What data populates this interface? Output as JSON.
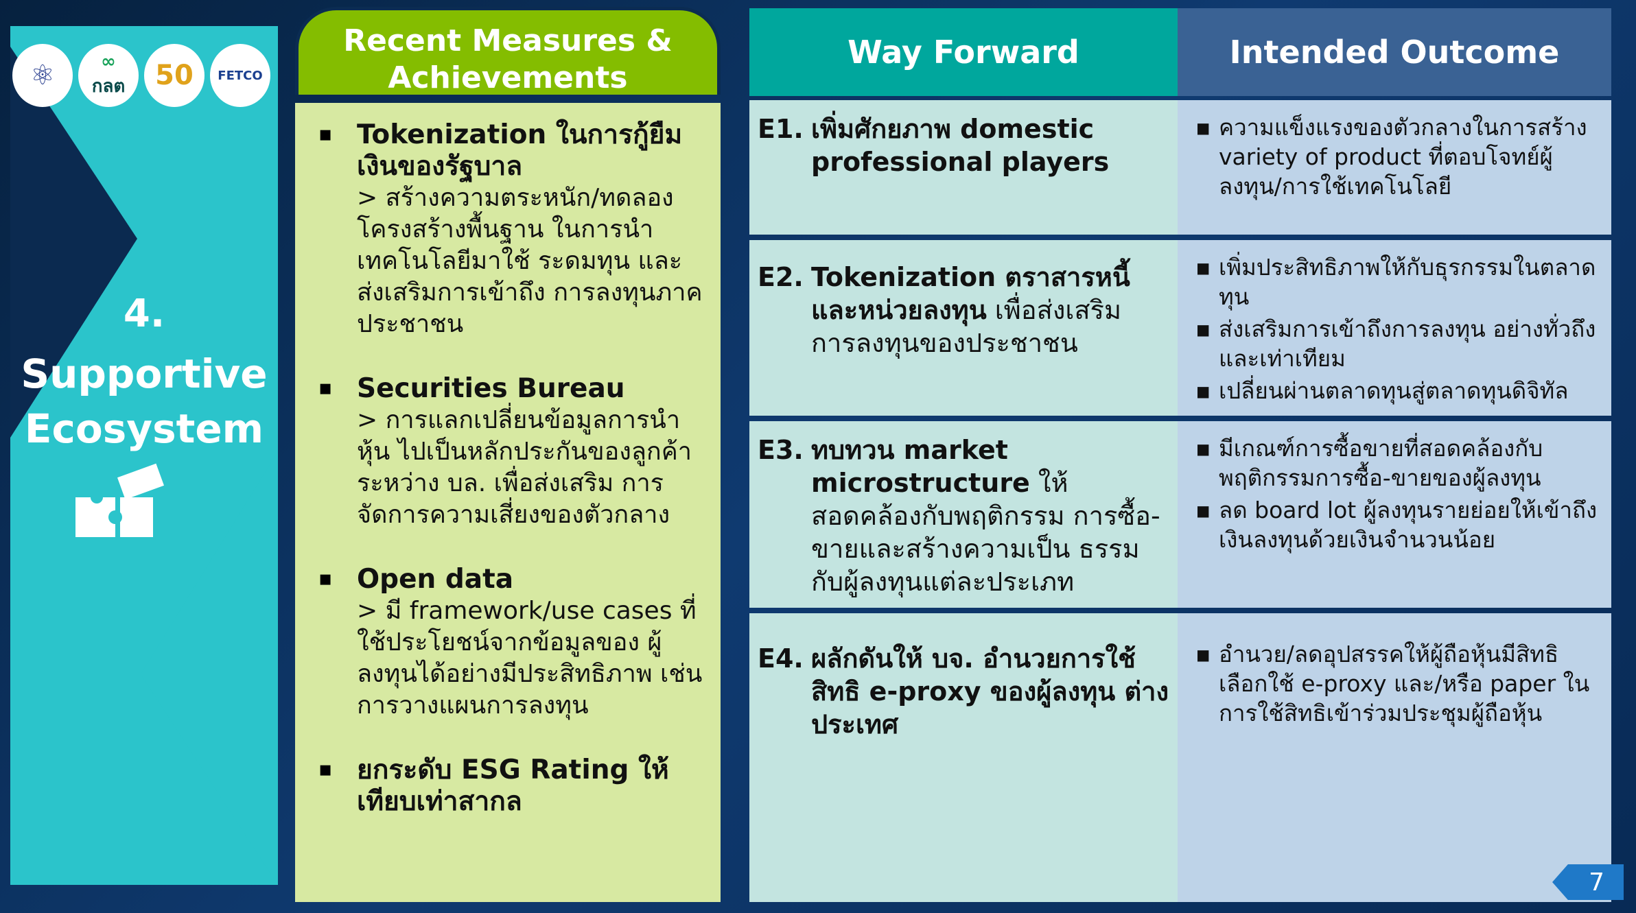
{
  "logos": [
    "ministry-of-finance",
    "กลต",
    "SET 50th",
    "FETCO"
  ],
  "section": {
    "number": "4.",
    "title_line1": "Supportive",
    "title_line2": "Ecosystem"
  },
  "recent": {
    "header": "Recent Measures & Achievements",
    "items": [
      {
        "title": "Tokenization ในการกู้ยืมเงินของรัฐบาล",
        "body": "> สร้างความตระหนัก/ทดลอง โครงสร้างพื้นฐาน ในการนำเทคโนโลยีมาใช้ ระดมทุน และส่งเสริมการเข้าถึง การลงทุนภาคประชาชน"
      },
      {
        "title": "Securities Bureau",
        "body": "> การแลกเปลี่ยนข้อมูลการนำหุ้น ไปเป็นหลักประกันของลูกค้า ระหว่าง บล. เพื่อส่งเสริม การจัดการความเสี่ยงของตัวกลาง"
      },
      {
        "title": "Open data",
        "body": "> มี framework/use cases ที่ใช้ประโยชน์จากข้อมูลของ ผู้ลงทุนได้อย่างมีประสิทธิภาพ เช่น การวางแผนการลงทุน"
      },
      {
        "title": "ยกระดับ ESG Rating ให้เทียบเท่าสากล",
        "body": ""
      }
    ]
  },
  "table": {
    "col1": "Way Forward",
    "col2": "Intended Outcome",
    "rows": [
      {
        "code": "E1.",
        "bold": "เพิ่มศักยภาพ domestic professional players",
        "normal": "",
        "outcomes": [
          "ความแข็งแรงของตัวกลางในการสร้าง variety of product ที่ตอบโจทย์ผู้ลงทุน/การใช้เทคโนโลยี"
        ]
      },
      {
        "code": "E2.",
        "bold": "Tokenization ตราสารหนี้ และหน่วยลงทุน",
        "normal": " เพื่อส่งเสริม การลงทุนของประชาชน",
        "outcomes": [
          "เพิ่มประสิทธิภาพให้กับธุรกรรมในตลาดทุน",
          "ส่งเสริมการเข้าถึงการลงทุน อย่างทั่วถึงและเท่าเทียม",
          "เปลี่ยนผ่านตลาดทุนสู่ตลาดทุนดิจิทัล"
        ]
      },
      {
        "code": "E3.",
        "bold": "ทบทวน market microstructure",
        "normal": " ให้สอดคล้องกับพฤติกรรม การซื้อ-ขายและสร้างความเป็น ธรรมกับผู้ลงทุนแต่ละประเภท",
        "outcomes": [
          "มีเกณฑ์การซื้อขายที่สอดคล้องกับ พฤติกรรมการซื้อ-ขายของผู้ลงทุน",
          "ลด board lot ผู้ลงทุนรายย่อยให้เข้าถึง เงินลงทุนด้วยเงินจำนวนน้อย"
        ]
      },
      {
        "code": "E4.",
        "bold": "ผลักดันให้ บจ. อำนวยการใช้ สิทธิ e-proxy ของผู้ลงทุน ต่างประเทศ",
        "normal": "",
        "outcomes": [
          "อำนวย/ลดอุปสรรคให้ผู้ถือหุ้นมีสิทธิ เลือกใช้ e-proxy และ/หรือ paper ในการใช้สิทธิเข้าร่วมประชุมผู้ถือหุ้น"
        ]
      }
    ]
  },
  "page_number": "7",
  "colors": {
    "teal": "#2bc4cb",
    "green": "#84bd00",
    "navy": "#0d2a55"
  }
}
